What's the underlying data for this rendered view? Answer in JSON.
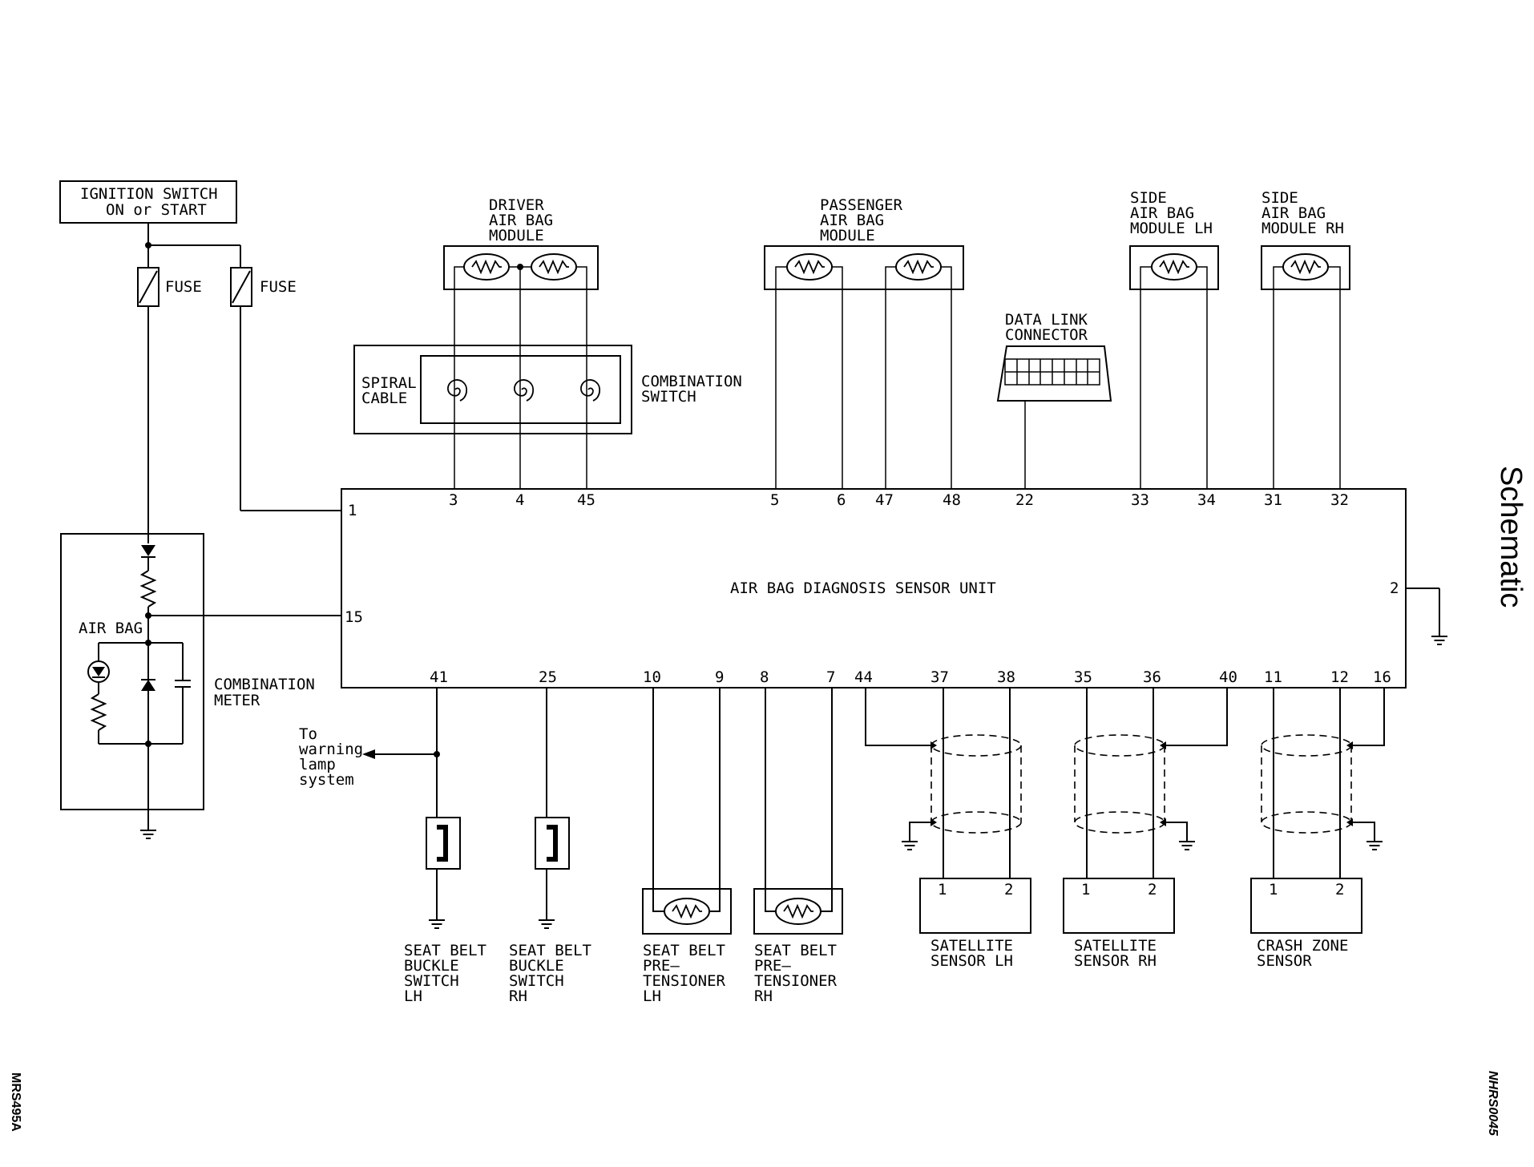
{
  "side_title": "Schematic",
  "figure_code": "MRS495A",
  "section_code": "NHRS0045",
  "ignition": {
    "line1": "IGNITION SWITCH",
    "line2": "ON or START"
  },
  "fuse_labels": [
    "FUSE",
    "FUSE"
  ],
  "main_unit": {
    "label": "AIR BAG DIAGNOSIS SENSOR UNIT"
  },
  "driver_module": [
    "DRIVER",
    "AIR BAG",
    "MODULE"
  ],
  "passenger_module": [
    "PASSENGER",
    "AIR BAG",
    "MODULE"
  ],
  "side_lh_module": [
    "SIDE",
    "AIR BAG",
    "MODULE LH"
  ],
  "side_rh_module": [
    "SIDE",
    "AIR BAG",
    "MODULE RH"
  ],
  "data_link": [
    "DATA LINK",
    "CONNECTOR"
  ],
  "spiral_cable": [
    "SPIRAL",
    "CABLE"
  ],
  "combination_switch": [
    "COMBINATION",
    "SWITCH"
  ],
  "combination_meter": [
    "COMBINATION",
    "METER"
  ],
  "air_bag_lamp": "AIR BAG",
  "warning": [
    "To",
    "warning",
    "lamp",
    "system"
  ],
  "top_pins": [
    "1",
    "3",
    "4",
    "45",
    "5",
    "6",
    "47",
    "48",
    "22",
    "33",
    "34",
    "31",
    "32"
  ],
  "side_pins": [
    "15",
    "2"
  ],
  "bottom_pins": [
    "41",
    "25",
    "10",
    "9",
    "8",
    "7",
    "44",
    "37",
    "38",
    "35",
    "36",
    "40",
    "11",
    "12",
    "16"
  ],
  "sensor_pins": [
    "1",
    "2"
  ],
  "buckle_lh": [
    "SEAT BELT",
    "BUCKLE",
    "SWITCH",
    "LH"
  ],
  "buckle_rh": [
    "SEAT BELT",
    "BUCKLE",
    "SWITCH",
    "RH"
  ],
  "pretensioner_lh": [
    "SEAT BELT",
    "PRE–",
    "TENSIONER",
    "LH"
  ],
  "pretensioner_rh": [
    "SEAT BELT",
    "PRE–",
    "TENSIONER",
    "RH"
  ],
  "satellite_lh": [
    "SATELLITE",
    "SENSOR LH"
  ],
  "satellite_rh": [
    "SATELLITE",
    "SENSOR RH"
  ],
  "crash_zone": [
    "CRASH ZONE",
    "SENSOR"
  ]
}
